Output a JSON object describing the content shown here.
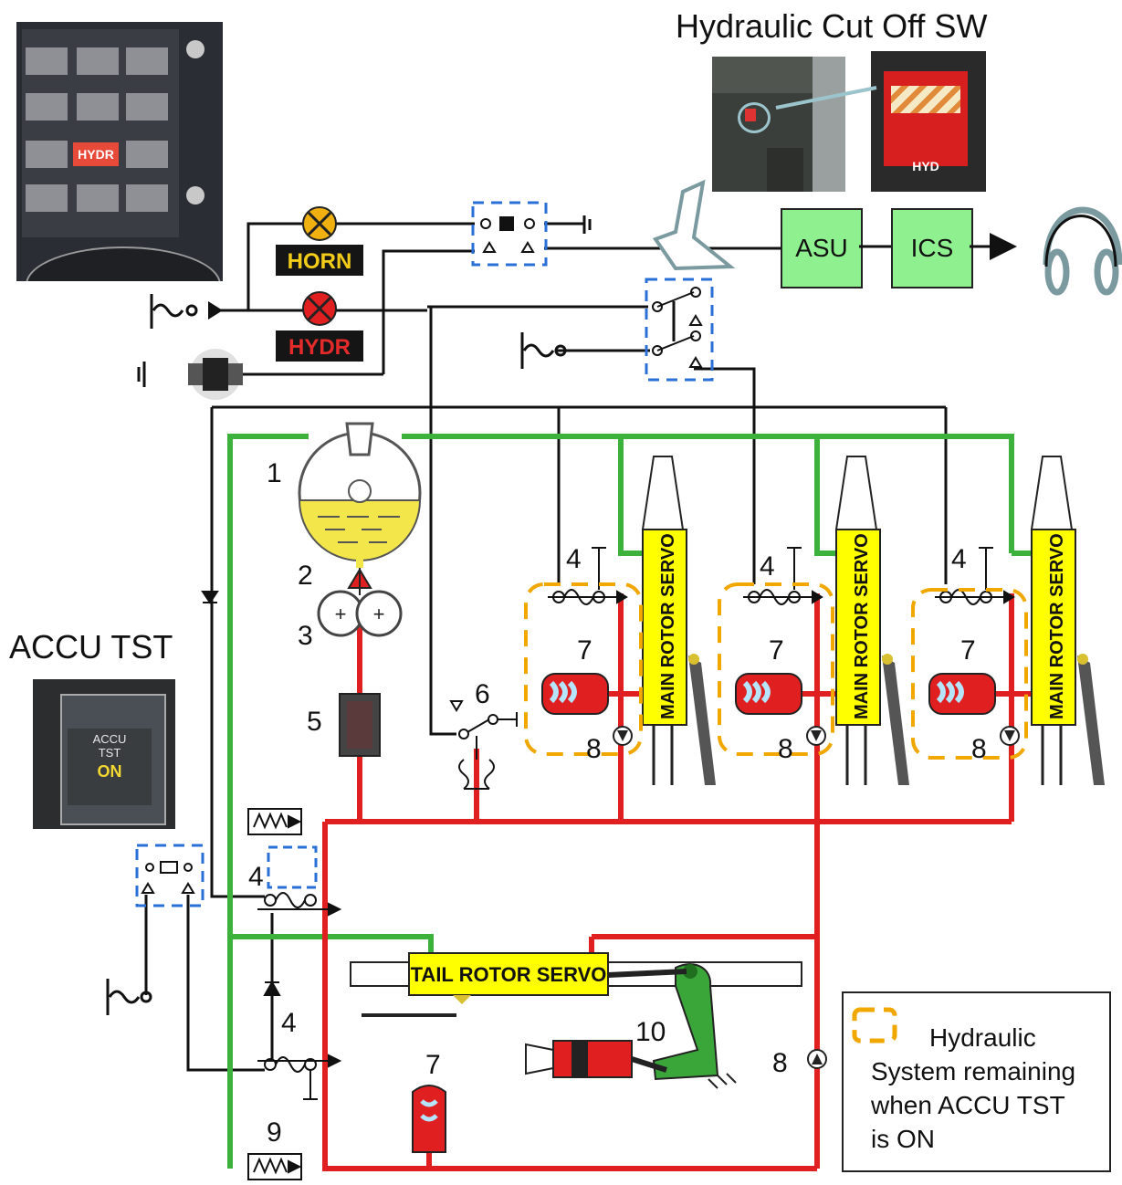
{
  "titles": {
    "cutoff_switch": "Hydraulic Cut Off SW",
    "accu_tst": "ACCU TST"
  },
  "photos": {
    "annunciator_caption": "HYDR",
    "cutoff_caption": "HYD",
    "accu_button_line1": "ACCU",
    "accu_button_line2": "TST",
    "accu_button_state": "ON"
  },
  "lamps": {
    "horn": "HORN",
    "hydr": "HYDR"
  },
  "boxes": {
    "asu": "ASU",
    "ics": "ICS"
  },
  "servos": {
    "main_rotor": [
      "MAIN ROTOR SERVO",
      "MAIN ROTOR SERVO",
      "MAIN ROTOR SERVO"
    ],
    "tail_rotor": "TAIL ROTOR SERVO"
  },
  "numbers": {
    "reservoir": "1",
    "pump_2": "2",
    "pump_3": "3",
    "filter": "5",
    "pressure_switch": "6",
    "valve_4": [
      "4",
      "4",
      "4",
      "4",
      "4"
    ],
    "accumulator_7": [
      "7",
      "7",
      "7",
      "7"
    ],
    "check_valve_8": [
      "8",
      "8",
      "8",
      "8"
    ],
    "valve_9": "9",
    "linkage_10": "10"
  },
  "legend": {
    "line1": "Hydraulic",
    "line2": "System remaining",
    "line3": "when ACCU TST",
    "line4": "is ON"
  },
  "colors": {
    "pressure_line": "#e02020",
    "return_line": "#3cb23c",
    "fluid": "#f2e64a",
    "servo": "#ffff00",
    "dashed_box": "#2a6fd6",
    "legend_dash": "#f0a800",
    "asu_ics_fill": "#8ff08f"
  }
}
